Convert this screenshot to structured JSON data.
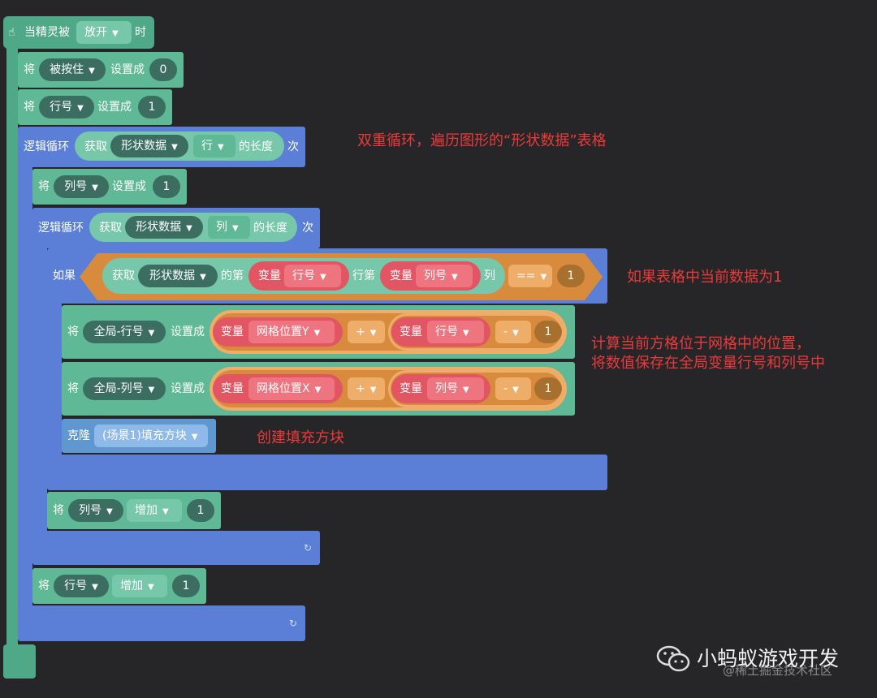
{
  "event": {
    "prefix": "当精灵被",
    "dropdown": "放开",
    "suffix": "时"
  },
  "stmt1": {
    "kw": "将",
    "var": "被按住",
    "op": "设置成",
    "value": "0"
  },
  "stmt2": {
    "kw": "将",
    "var": "行号",
    "op": "设置成",
    "value": "1"
  },
  "loop1": {
    "kw": "逻辑循环",
    "get": "获取",
    "src": "形状数据",
    "dim": "行",
    "len": "的长度",
    "times": "次"
  },
  "stmt3": {
    "kw": "将",
    "var": "列号",
    "op": "设置成",
    "value": "1"
  },
  "loop2": {
    "kw": "逻辑循环",
    "get": "获取",
    "src": "形状数据",
    "dim": "列",
    "len": "的长度",
    "times": "次"
  },
  "if": {
    "kw": "如果",
    "get": "获取",
    "src": "形状数据",
    "of": "的第",
    "var1kw": "变量",
    "var1": "行号",
    "row": "行第",
    "var2kw": "变量",
    "var2": "列号",
    "col": "列",
    "cmp": "==",
    "value": "1"
  },
  "setY": {
    "kw": "将",
    "var": "全局-行号",
    "op": "设置成",
    "vkw": "变量",
    "v1": "网格位置Y",
    "plus": "+",
    "vkw2": "变量",
    "v2": "行号",
    "minus": "-",
    "num": "1"
  },
  "setX": {
    "kw": "将",
    "var": "全局-列号",
    "op": "设置成",
    "vkw": "变量",
    "v1": "网格位置X",
    "plus": "+",
    "vkw2": "变量",
    "v2": "列号",
    "minus": "-",
    "num": "1"
  },
  "clone": {
    "kw": "克隆",
    "target": "(场景1)填充方块"
  },
  "inc1": {
    "kw": "将",
    "var": "列号",
    "op": "增加",
    "value": "1"
  },
  "inc2": {
    "kw": "将",
    "var": "行号",
    "op": "增加",
    "value": "1"
  },
  "annotations": {
    "a1": "双重循环，遍历图形的“形状数据”表格",
    "a2": "如果表格中当前数据为1",
    "a3_line1": "计算当前方格位于网格中的位置，",
    "a3_line2": "将数值保存在全局变量行号和列号中",
    "a4": "创建填充方块"
  },
  "watermark": {
    "brand": "小蚂蚁游戏开发",
    "sub": "@稀土掘金技术社区"
  },
  "colors": {
    "event": "#4fa888",
    "action": "#5fb896",
    "logic": "#5b7fd6",
    "variable": "#e25563",
    "math": "#d98b3d",
    "annotation": "#ea3a3a"
  }
}
